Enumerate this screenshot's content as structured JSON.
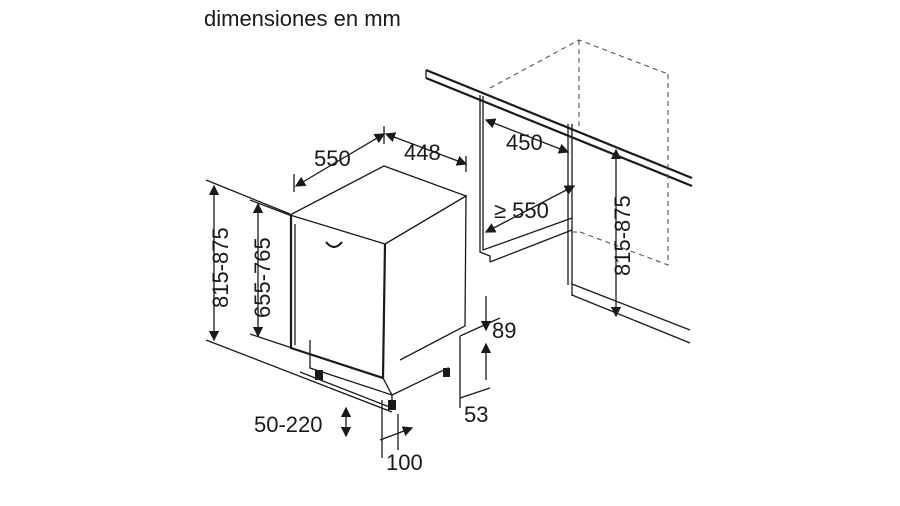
{
  "title": "dimensiones en mm",
  "dimensions": {
    "appliance_depth": "550",
    "appliance_width": "448",
    "appliance_height": "815-875",
    "door_height": "655-765",
    "plinth_range": "50-220",
    "plinth_setback": "100",
    "niche_width": "450",
    "niche_depth": "≥ 550",
    "niche_height": "815-875",
    "foot_height": "89",
    "foot_offset": "53"
  }
}
